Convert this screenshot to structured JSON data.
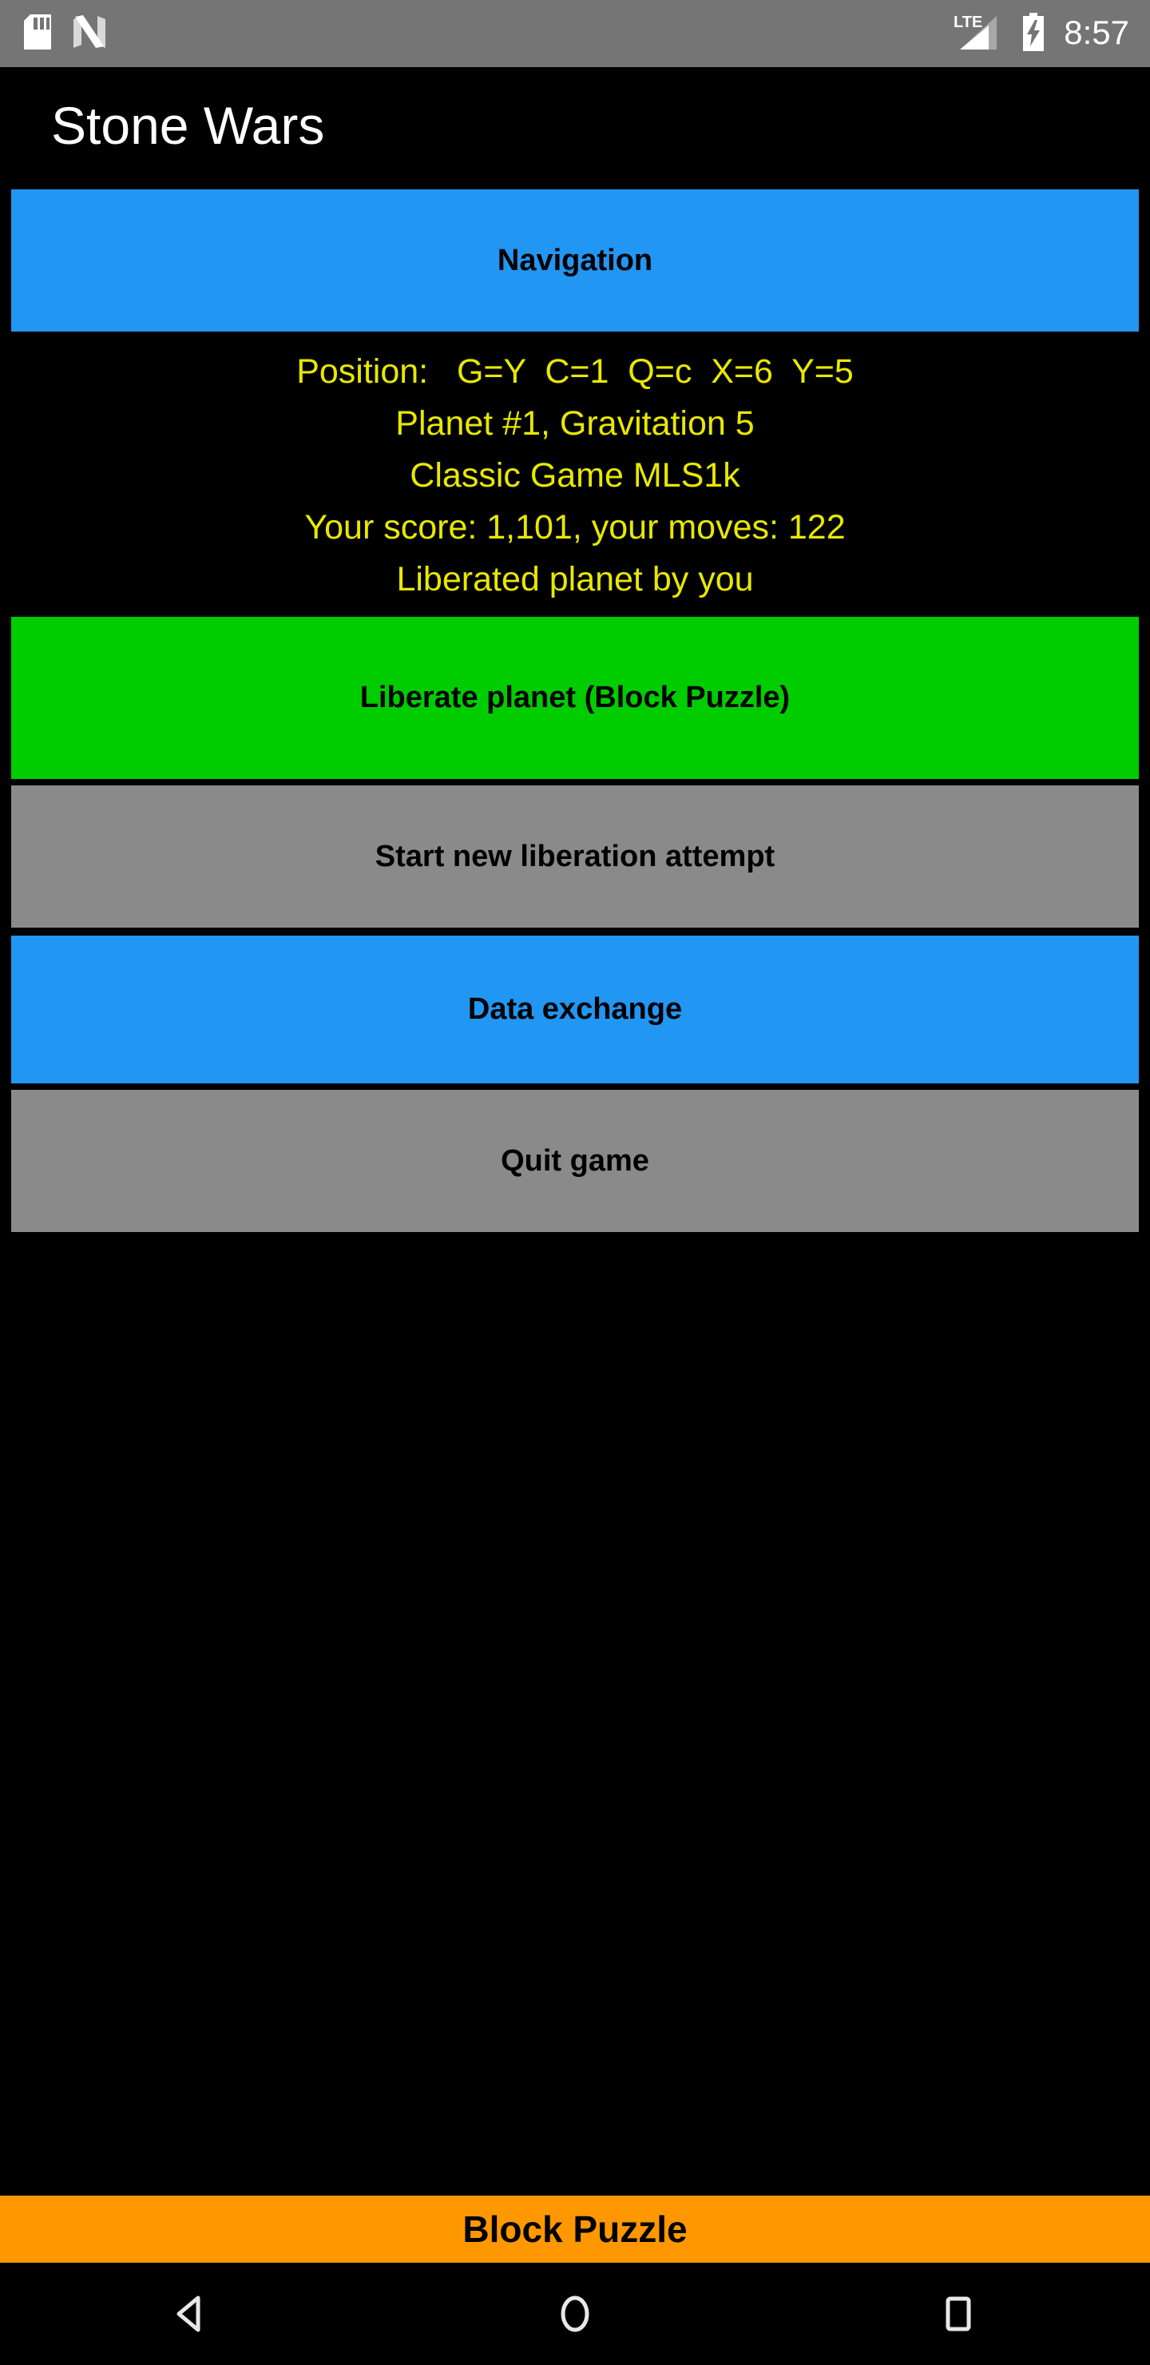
{
  "status_bar": {
    "icons_left": [
      "sd-card-icon",
      "android-nougat-icon"
    ],
    "network_label": "LTE",
    "icons_right": [
      "signal-cellular-icon",
      "battery-charging-icon"
    ],
    "time": "8:57",
    "background_color": "#757575",
    "foreground_color": "#FFFFFF"
  },
  "app": {
    "title": "Stone Wars",
    "background_color": "#000000",
    "title_color": "#FFFFFF"
  },
  "buttons": {
    "navigation": {
      "label": "Navigation",
      "color": "#2196F3"
    },
    "liberate": {
      "label": "Liberate planet (Block Puzzle)",
      "color": "#00CC00"
    },
    "start_new": {
      "label": "Start new liberation attempt",
      "color": "#8A8A8A"
    },
    "data_exchange": {
      "label": "Data exchange",
      "color": "#2196F3"
    },
    "quit": {
      "label": "Quit game",
      "color": "#8A8A8A"
    }
  },
  "info": {
    "text_color": "#E8E800",
    "lines": [
      "Position:   G=Y  C=1  Q=c  X=6  Y=5",
      "Planet #1, Gravitation 5",
      "Classic Game MLS1k",
      "Your score: 1,101, your moves: 122",
      "Liberated planet by you"
    ],
    "position": {
      "G": "Y",
      "C": "1",
      "Q": "c",
      "X": "6",
      "Y": "5"
    },
    "planet_number": "1",
    "gravitation": "5",
    "game_mode": "Classic Game MLS1k",
    "score": "1,101",
    "moves": "122",
    "status": "Liberated planet by you"
  },
  "bottom_banner": {
    "label": "Block Puzzle",
    "color": "#FF9800",
    "text_color": "#000000"
  },
  "nav_bar": {
    "buttons": [
      "back-icon",
      "home-icon",
      "recents-icon"
    ],
    "background_color": "#000000",
    "icon_color": "#E8E8E8"
  }
}
